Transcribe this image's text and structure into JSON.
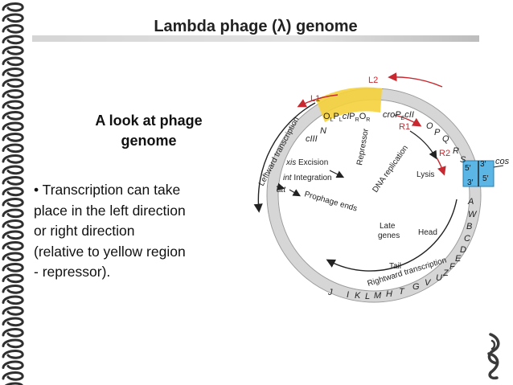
{
  "slide": {
    "title": "Lambda phage (λ) genome",
    "subtitle_line1": "A look at phage",
    "subtitle_line2": "genome",
    "bullet_lines": [
      "• Transcription can take",
      "place in the left direction",
      "or right direction",
      "(relative to yellow region",
      "- repressor)."
    ]
  },
  "diagram": {
    "colors": {
      "red": "#c8282f",
      "yellow": "#f6d23c",
      "blue": "#5bb6e6",
      "ring": "#d6d6d6",
      "text": "#222222"
    },
    "promoter_labels": {
      "L2": "L2",
      "L1": "L1",
      "R1": "R1",
      "R2": "R2"
    },
    "operator_labels": [
      "O",
      "P",
      "L",
      "cI",
      "P",
      "R",
      "O",
      "R"
    ],
    "right_labels": {
      "cro": "croP",
      "cro_sub": "E",
      "cII": "cII",
      "O": "O",
      "P": "P",
      "Q": "Q",
      "R": "R",
      "S": "S"
    },
    "inner_labels": {
      "leftward": "Leftward transcription",
      "repressor": "Repressor",
      "dna_replication": "DNA replication",
      "lysis": "Lysis",
      "excision": "Excision",
      "integration": "Integration",
      "prophage": "Prophage ends",
      "late_genes_1": "Late",
      "late_genes_2": "genes",
      "head": "Head",
      "tail": "Tail",
      "rightward": "Rightward transcription"
    },
    "gene_labels": {
      "N": "N",
      "cIII": "cIII",
      "xis": "xis",
      "int": "int",
      "att": "att",
      "A": "A",
      "W": "W",
      "B": "B",
      "C": "C",
      "D": "D",
      "E": "E",
      "F": "F",
      "Z": "Z",
      "U": "U",
      "V": "V",
      "G": "G",
      "T": "T",
      "H": "H",
      "M": "M",
      "L": "L",
      "K": "K",
      "I": "I",
      "J": "J"
    },
    "cos": {
      "label": "cos",
      "five_top": "5′",
      "three_top": "3′",
      "three_bottom": "3′",
      "five_bottom": "5′"
    }
  }
}
